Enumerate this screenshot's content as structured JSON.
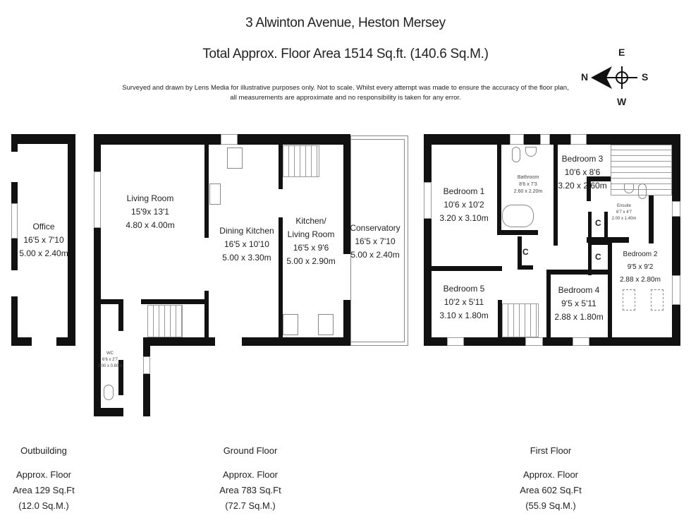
{
  "header": {
    "address": "3 Alwinton Avenue, Heston Mersey",
    "total_area": "Total Approx. Floor Area 1514 Sq.ft. (140.6 Sq.M.)",
    "disclaimer_line1": "Surveyed and drawn by Lens Media for illustrative purposes only. Not to scale. Whilst every attempt was made to ensure the accuracy of the floor plan,",
    "disclaimer_line2": "all measurements are approximate and no responsibility is taken for any error."
  },
  "compass": {
    "n": "N",
    "e": "E",
    "s": "S",
    "w": "W"
  },
  "rooms": {
    "office": {
      "name": "Office",
      "imperial": "16'5 x 7'10",
      "metric": "5.00 x 2.40m"
    },
    "living_room": {
      "name": "Living Room",
      "imperial": "15'9x 13'1",
      "metric": "4.80 x 4.00m"
    },
    "dining_kitchen": {
      "name": "Dining Kitchen",
      "imperial": "16'5 x 10'10",
      "metric": "5.00 x 3.30m"
    },
    "kitchen_living": {
      "name1": "Kitchen/",
      "name2": "Living Room",
      "imperial": "16'5 x 9'6",
      "metric": "5.00 x 2.90m"
    },
    "conservatory": {
      "name": "Conservatory",
      "imperial": "16'5 x 7'10",
      "metric": "5.00 x 2.40m"
    },
    "wc": {
      "name": "WC",
      "imperial": "6'6 x 2'7",
      "metric": "2.00 x 0.80m"
    },
    "bedroom1": {
      "name": "Bedroom 1",
      "imperial": "10'6 x 10'2",
      "metric": "3.20 x 3.10m"
    },
    "bathroom": {
      "name": "Bathroom",
      "imperial": "8'6 x 7'3",
      "metric": "2.60 x 2.20m"
    },
    "bedroom3": {
      "name": "Bedroom 3",
      "imperial": "10'6 x 8'6",
      "metric": "3.20 x 2.60m"
    },
    "ensuite": {
      "name": "Ensuite",
      "imperial": "6'7 x 4'7",
      "metric": "2.00 x 1.40m"
    },
    "bedroom2": {
      "name": "Bedroom 2",
      "imperial": "9'5 x 9'2",
      "metric": "2.88 x 2.80m"
    },
    "bedroom5": {
      "name": "Bedroom 5",
      "imperial": "10'2 x 5'11",
      "metric": "3.10 x 1.80m"
    },
    "bedroom4": {
      "name": "Bedroom 4",
      "imperial": "9'5 x 5'11",
      "metric": "2.88 x 1.80m"
    },
    "cupboard_label": "C"
  },
  "floors": [
    {
      "name": "Outbuilding",
      "line1": "Approx. Floor",
      "line2": "Area 129 Sq.Ft",
      "line3": "(12.0 Sq.M.)"
    },
    {
      "name": "Ground Floor",
      "line1": "Approx. Floor",
      "line2": "Area 783 Sq.Ft",
      "line3": "(72.7 Sq.M.)"
    },
    {
      "name": "First Floor",
      "line1": "Approx. Floor",
      "line2": "Area 602 Sq.Ft",
      "line3": "(55.9 Sq.M.)"
    }
  ]
}
